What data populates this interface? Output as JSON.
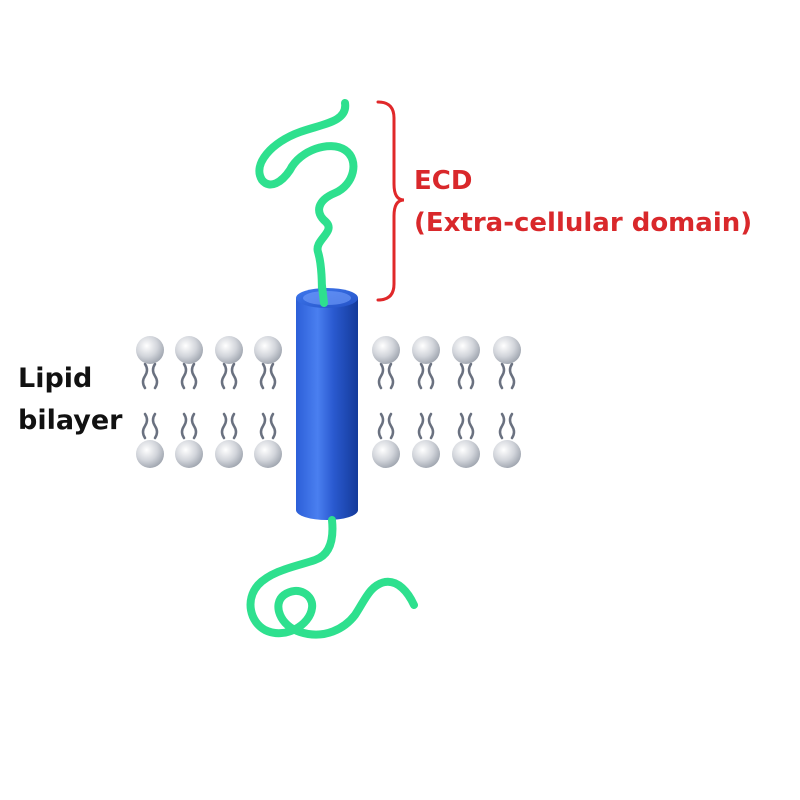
{
  "labels": {
    "lipid_line1": "Lipid",
    "lipid_line2": "bilayer",
    "ecd_line1": "ECD",
    "ecd_line2": "(Extra-cellular domain)"
  },
  "colors": {
    "strand": "#2ee08e",
    "cylinder": "#2f63e0",
    "bracket": "#e0282a",
    "ecd_text": "#d9282b",
    "lipid_head": "#c4c8d0",
    "lipid_tail": "#6a7180",
    "lipid_text": "#111111"
  },
  "icons": {
    "lipid_head": "sphere",
    "helix": "cylinder",
    "bracket": "right-curly-bracket"
  }
}
